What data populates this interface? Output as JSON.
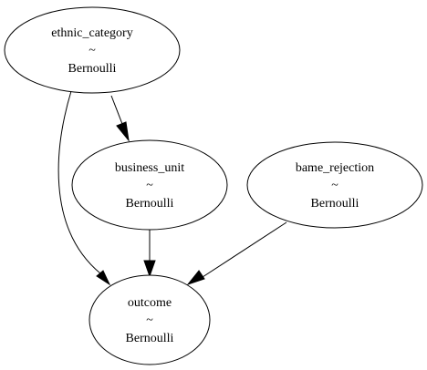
{
  "nodes": {
    "ethnic_category": {
      "name": "ethnic_category",
      "tilde": "~",
      "distribution": "Bernoulli"
    },
    "business_unit": {
      "name": "business_unit",
      "tilde": "~",
      "distribution": "Bernoulli"
    },
    "bame_rejection": {
      "name": "bame_rejection",
      "tilde": "~",
      "distribution": "Bernoulli"
    },
    "outcome": {
      "name": "outcome",
      "tilde": "~",
      "distribution": "Bernoulli"
    }
  },
  "edges": [
    {
      "from": "ethnic_category",
      "to": "business_unit"
    },
    {
      "from": "ethnic_category",
      "to": "outcome"
    },
    {
      "from": "business_unit",
      "to": "outcome"
    },
    {
      "from": "bame_rejection",
      "to": "outcome"
    }
  ]
}
